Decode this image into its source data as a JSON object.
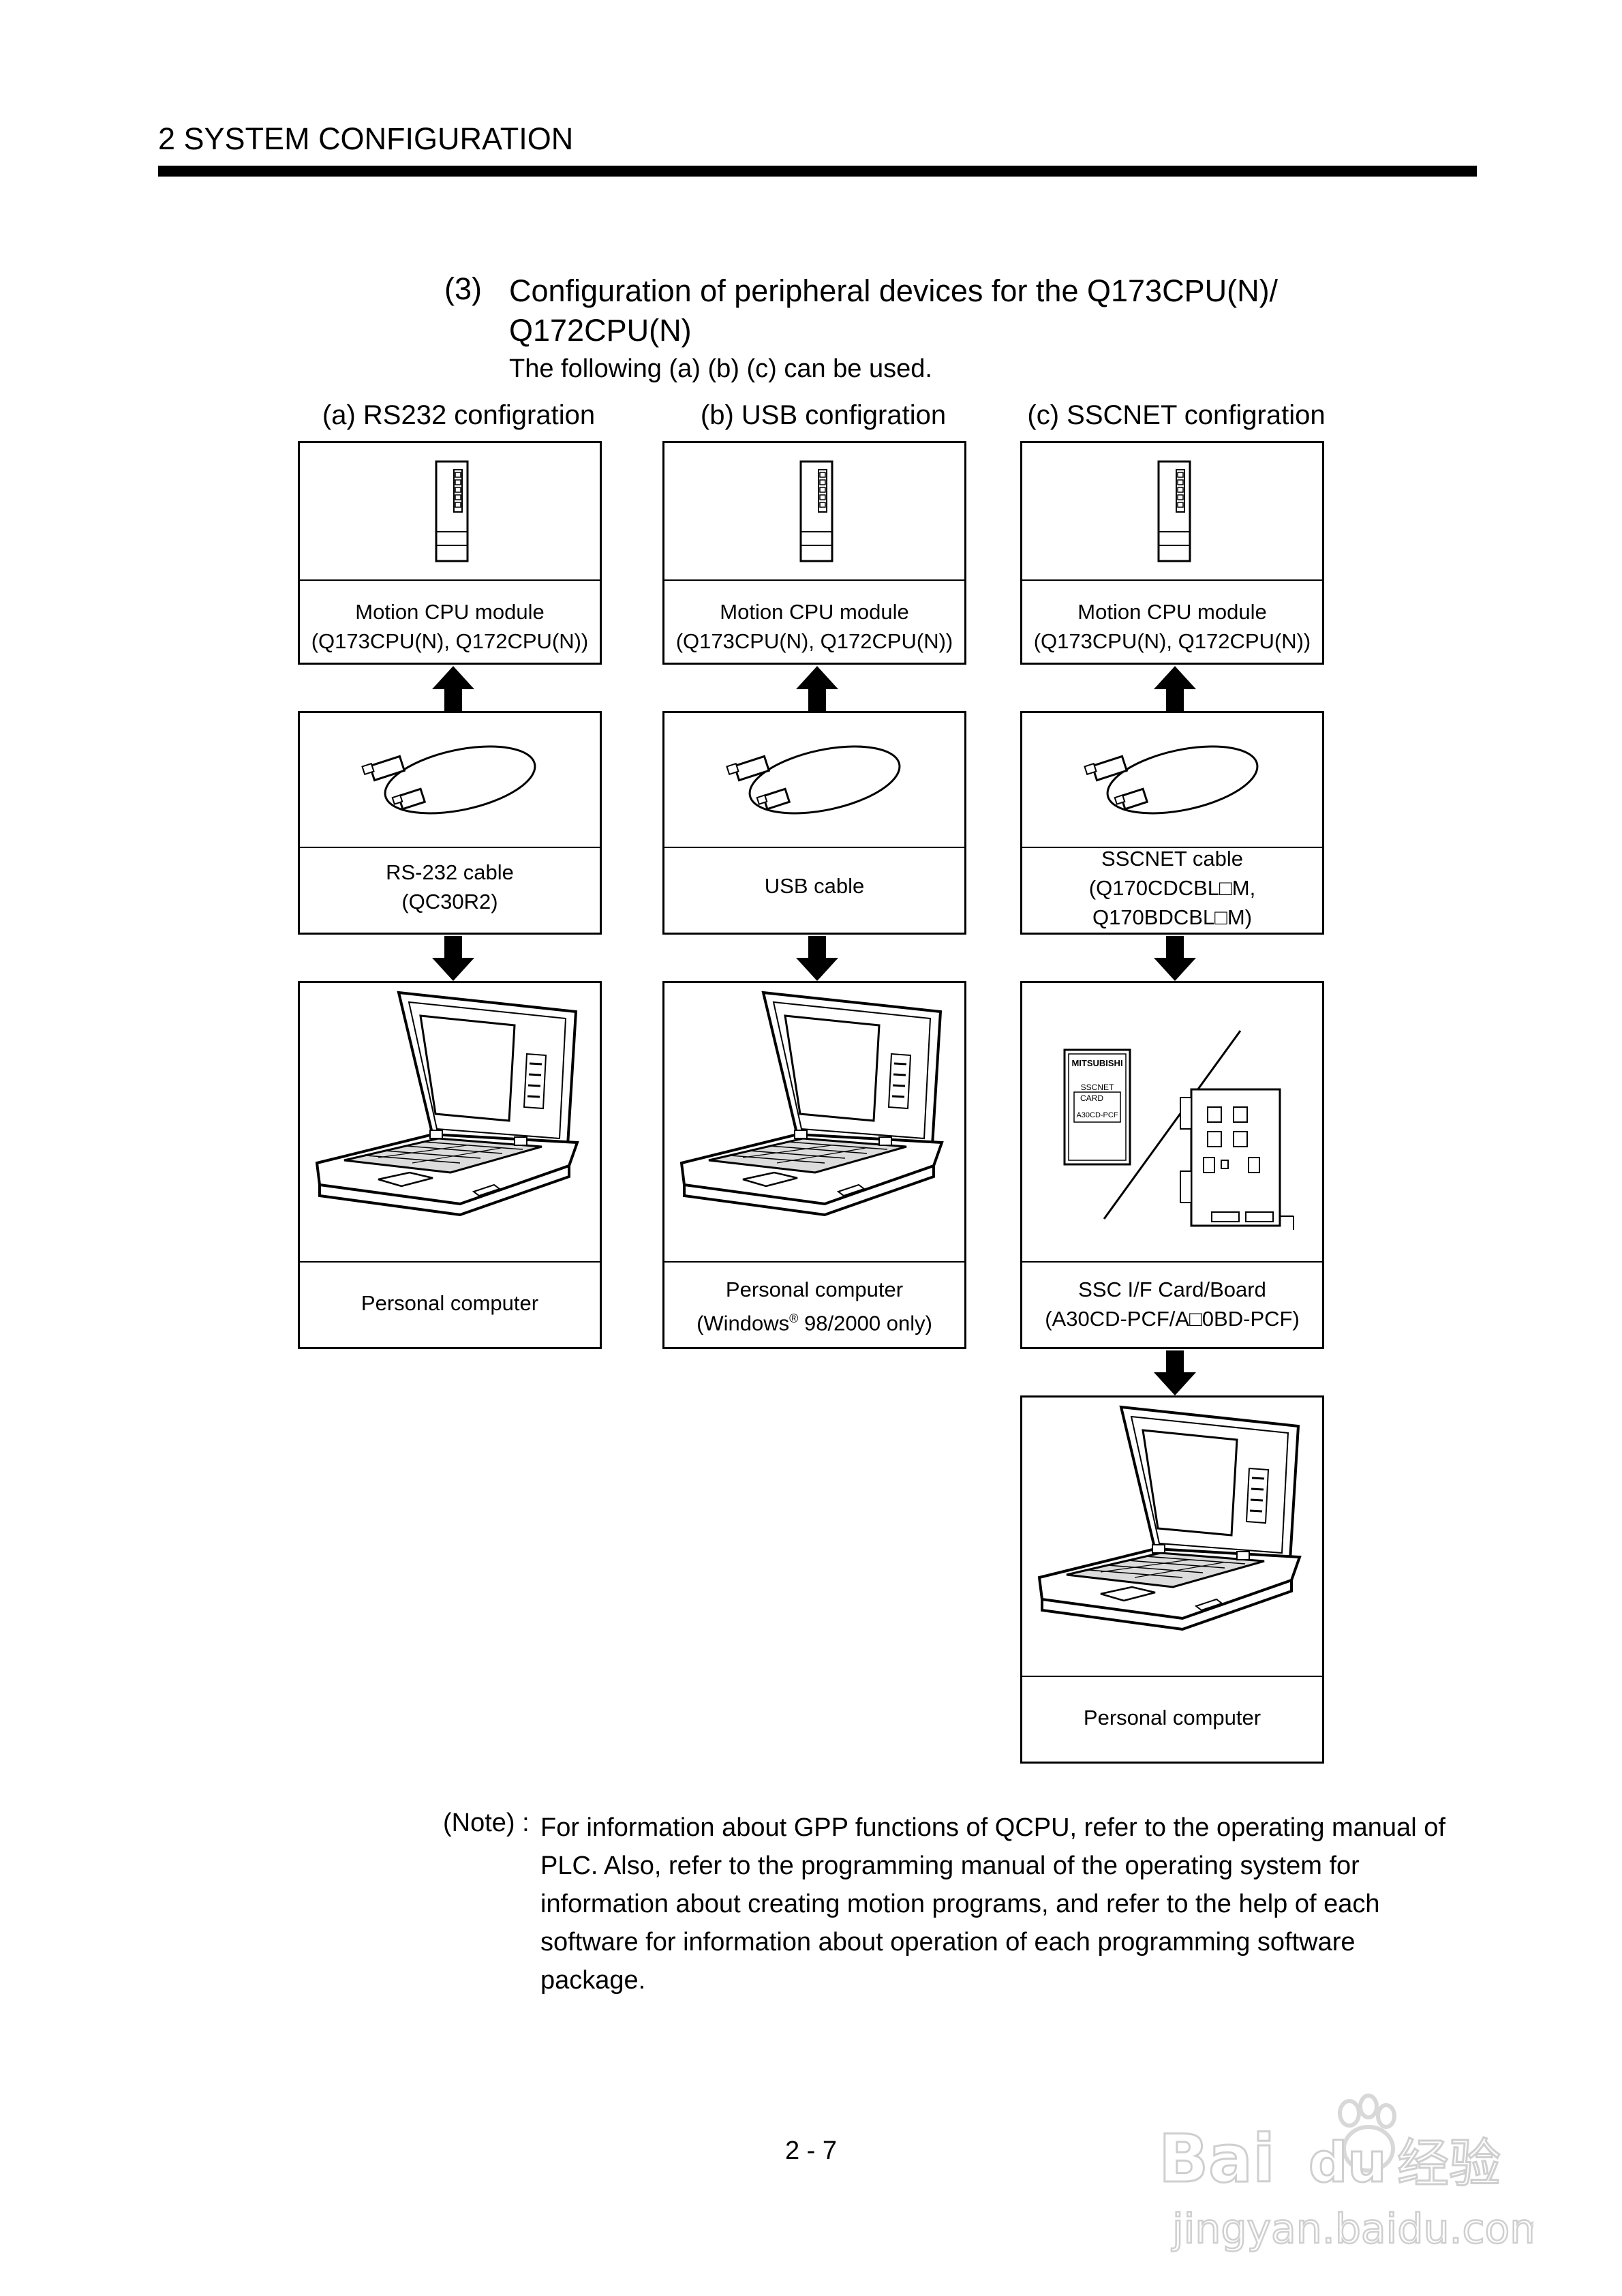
{
  "header": {
    "title": "2   SYSTEM CONFIGURATION"
  },
  "section": {
    "number": "(3)",
    "title": "Configuration of peripheral devices for the Q173CPU(N)/ Q172CPU(N)",
    "subtitle": "The following (a) (b) (c) can be used."
  },
  "columns": [
    {
      "title": "(a) RS232 configration",
      "module": {
        "line1": "Motion CPU module",
        "line2": "(Q173CPU(N), Q172CPU(N))"
      },
      "cable": {
        "line1": "RS-232 cable",
        "line2": "(QC30R2)"
      },
      "device": {
        "line1": "Personal computer"
      }
    },
    {
      "title": "(b) USB configration",
      "module": {
        "line1": "Motion CPU module",
        "line2": "(Q173CPU(N), Q172CPU(N))"
      },
      "cable": {
        "line1": "USB cable"
      },
      "device": {
        "line1": "Personal computer",
        "line2_pre": "(Windows",
        "line2_sup": "®",
        "line2_post": " 98/2000 only)"
      }
    },
    {
      "title": "(c) SSCNET configration",
      "module": {
        "line1": "Motion CPU module",
        "line2": "(Q173CPU(N), Q172CPU(N))"
      },
      "cable": {
        "line1": "SSCNET cable",
        "line2": "(Q170CDCBL□M,",
        "line3": "Q170BDCBL□M)"
      },
      "device": {
        "line1": "SSC I/F  Card/Board",
        "line2": "(A30CD-PCF/A□0BD-PCF)"
      },
      "card": {
        "brand": "MITSUBISHI",
        "line1": "SSCNET",
        "line2": "CARD",
        "model": "A30CD-PCF"
      },
      "final": {
        "line1": "Personal computer"
      }
    }
  ],
  "note": {
    "head": "(Note) :",
    "body": "For information about GPP functions of QCPU, refer to the operating manual of PLC. Also, refer to the programming manual of the operating system for information about creating motion programs, and refer to the help of each software for information about operation of each programming software package."
  },
  "page_number": "2 - 7",
  "watermark": {
    "text": "Bai du 经验",
    "url_text": "jingyan.baidu.com"
  }
}
